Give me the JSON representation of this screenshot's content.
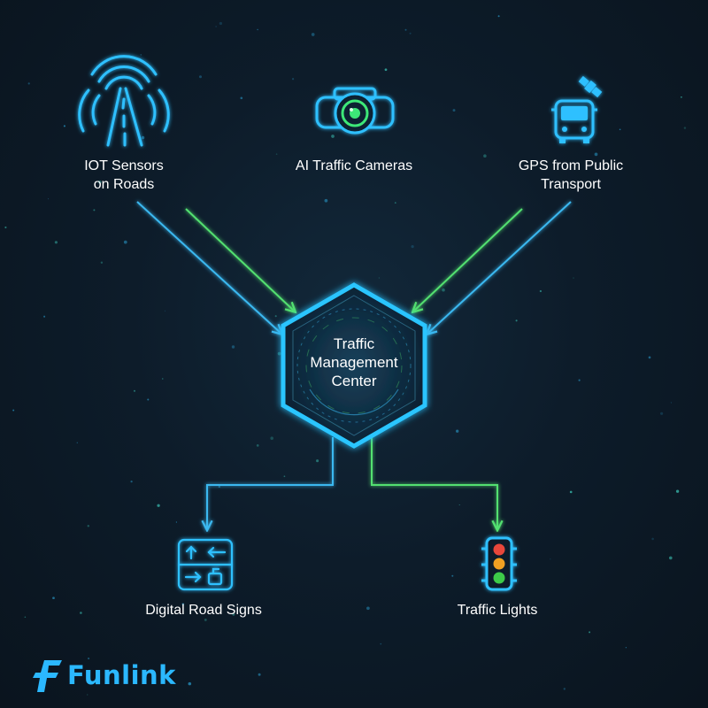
{
  "center": {
    "line1": "Traffic",
    "line2": "Management",
    "line3": "Center"
  },
  "inputs": [
    {
      "id": "iot",
      "line1": "IOT Sensors",
      "line2": "on Roads",
      "icon": "road-signal-icon"
    },
    {
      "id": "cameras",
      "line1": "AI Traffic Cameras",
      "line2": "",
      "icon": "camera-icon"
    },
    {
      "id": "gps",
      "line1": "GPS from Public",
      "line2": "Transport",
      "icon": "bus-satellite-icon"
    }
  ],
  "outputs": [
    {
      "id": "signs",
      "label": "Digital Road Signs",
      "icon": "road-sign-arrows-icon"
    },
    {
      "id": "lights",
      "label": "Traffic Lights",
      "icon": "traffic-light-icon"
    }
  ],
  "brand": {
    "name": "Funlink",
    "logo_icon": "funlink-f-icon"
  },
  "colors": {
    "background": "#0b1520",
    "primary_line": "#3ab8f0",
    "secondary_line": "#52e070",
    "hexagon_glow": "#29c5ff",
    "brand": "#2bb8ff",
    "light_red": "#e8473a",
    "light_amber": "#f0a020",
    "light_green": "#3ecb4a"
  }
}
